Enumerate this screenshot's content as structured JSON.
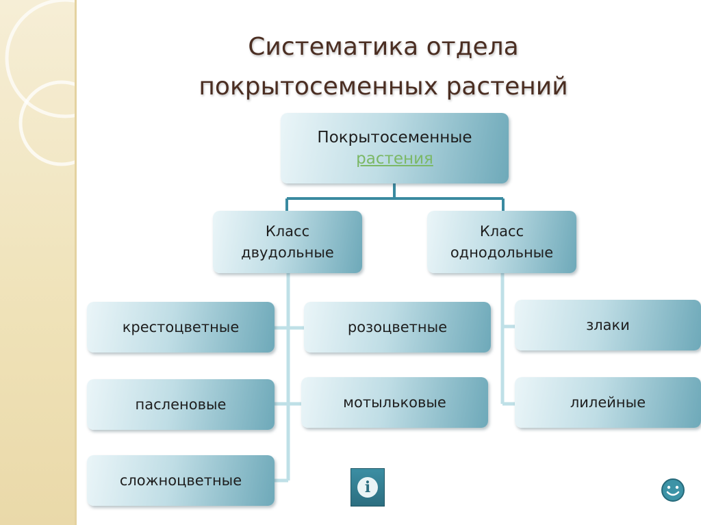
{
  "title": {
    "line1": "Систематика отдела",
    "line2": "покрытосеменных растений"
  },
  "root": {
    "line1": "Покрытосеменные",
    "line2": "растения"
  },
  "classes": {
    "dicots": {
      "line1": "Класс",
      "line2": "двудольные"
    },
    "monocots": {
      "line1": "Класс",
      "line2": "однодольные"
    }
  },
  "families": {
    "krestocvetnye": "крестоцветные",
    "rozocvetnye": "розоцветные",
    "paslenovye": "пасленовые",
    "motylkovye": "мотыльковые",
    "slozhnocvetnye": "сложноцветные",
    "zlaki": "злаки",
    "lileynye": "лилейные"
  },
  "icons": {
    "info": "info-icon",
    "smiley": "smiley-icon"
  },
  "colors": {
    "title": "#4b2e22",
    "connector": "#3a8aa0",
    "link": "#7bb866"
  }
}
